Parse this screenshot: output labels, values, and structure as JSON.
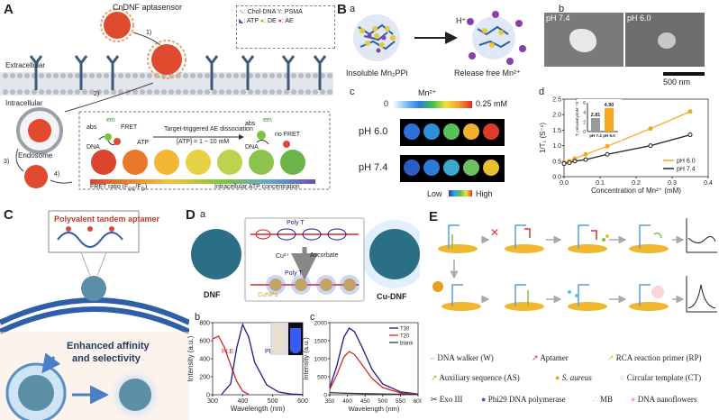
{
  "panelA": {
    "label": "A",
    "aptasensor": "CnDNF aptasensor",
    "legend": {
      "chol": ": Chol-DNA",
      "psma": ": PSMA",
      "atp": ": ATP",
      "de": ": DE",
      "ae": ": AE"
    },
    "extracellular": "Extracellular",
    "intracellular": "Intracellular",
    "endosome": "Endosome",
    "steps": [
      "1)",
      "2)",
      "3)",
      "4)"
    ],
    "abs": "abs",
    "em": "em",
    "fret": "FRET",
    "dna": "DNA",
    "atp": "ATP",
    "arrow_title": "Target-triggered AE dissociation",
    "arrow_sub": "[ATP] = 1 ~ 10 mM",
    "no_fret": "no FRET",
    "fret_ratio": "FRET ratio (F",
    "fret_ratio_sub1": "DE",
    "fret_ratio_mid": "/F",
    "fret_ratio_sub2": "D",
    "fret_ratio_end": ")",
    "intracellular_atp": "Intracellular ATP concentration",
    "colors": {
      "ae": "#e04a2e",
      "de": "#7fc241",
      "membrane": "#b8bcc2",
      "receptor": "#3e5a7a"
    }
  },
  "panelB": {
    "label": "B",
    "a": {
      "tag": "a",
      "left": "Insoluble Mn₂PPi",
      "right": "Release free Mn²⁺",
      "arrow": "H⁺"
    },
    "b": {
      "tag": "b",
      "ph74": "pH 7.4",
      "ph60": "pH 6.0",
      "scalebar": "500 nm"
    },
    "c": {
      "tag": "c",
      "title": "Mn²⁺",
      "min": "0",
      "max": "0.25 mM",
      "rows": [
        "pH 6.0",
        "pH 7.4"
      ],
      "low": "Low",
      "high": "High"
    },
    "d": {
      "tag": "d"
    }
  },
  "panelC": {
    "label": "C",
    "aptamer": "Polyvalent tandem aptamer",
    "enhanced": "Enhanced affinity",
    "selectivity": "and selectivity"
  },
  "panelD": {
    "label": "D",
    "a": {
      "tag": "a",
      "polyT_top": "Poly T",
      "polyT_bottom": "Poly T",
      "cu": "Cu²⁺",
      "ascorbate": "Ascorbate",
      "cunps": "CuNPs",
      "dnf": "DNF",
      "cudnf": "Cu-DNF"
    },
    "b": {
      "tag": "b"
    },
    "c": {
      "tag": "c"
    }
  },
  "panelE": {
    "label": "E",
    "legend": [
      {
        "icon": "walker",
        "text": "DNA walker (W)"
      },
      {
        "icon": "aptamer",
        "text": "Aptamer"
      },
      {
        "icon": "primer",
        "text": "RCA reaction primer (RP)"
      },
      {
        "icon": "aux",
        "text": "Auxiliary sequence (AS)"
      },
      {
        "icon": "saureus",
        "text": "S. aureus"
      },
      {
        "icon": "template",
        "text": "Circular template (CT)"
      },
      {
        "icon": "exo",
        "text": "Exo III"
      },
      {
        "icon": "phi29",
        "text": "Phi29 DNA polymerase"
      },
      {
        "icon": "mb",
        "text": "MB"
      },
      {
        "icon": "flowers",
        "text": "DNA nanoflowers"
      }
    ]
  },
  "chart_data": [
    {
      "id": "Bd",
      "type": "line",
      "xlabel": "Concentration of Mn²⁺ (mM)",
      "ylabel": "1/T₁ (S⁻¹)",
      "xlim": [
        0,
        0.4
      ],
      "ylim": [
        0,
        2.5
      ],
      "xticks": [
        "0.0",
        "0.1",
        "0.2",
        "0.3",
        "0.4"
      ],
      "yticks": [
        "0.0",
        "0.5",
        "1.0",
        "1.5",
        "2.0",
        "2.5"
      ],
      "series": [
        {
          "name": "pH 6.0",
          "color": "#f5a623",
          "x": [
            0,
            0.015,
            0.03,
            0.06,
            0.12,
            0.24,
            0.35
          ],
          "y": [
            0.45,
            0.5,
            0.58,
            0.72,
            0.98,
            1.55,
            2.1
          ]
        },
        {
          "name": "pH 7.4",
          "color": "#222222",
          "x": [
            0,
            0.015,
            0.03,
            0.06,
            0.12,
            0.24,
            0.35
          ],
          "y": [
            0.42,
            0.45,
            0.5,
            0.55,
            0.72,
            1.0,
            1.35
          ]
        }
      ],
      "legend_position": "bottom-right",
      "inset": {
        "type": "bar",
        "ylabel": "T₁ relaxivity/mM⁻¹S⁻¹",
        "categories": [
          "pH 7.4",
          "pH 6.0"
        ],
        "values": [
          2.81,
          4.9
        ],
        "value_labels": [
          "2.81",
          "4.90"
        ],
        "colors": [
          "#9a9a9a",
          "#f5a623"
        ],
        "ylim": [
          0,
          6
        ],
        "yticks": [
          "0",
          "2",
          "4",
          "6"
        ]
      }
    },
    {
      "id": "Db",
      "type": "line",
      "xlabel": "Wavelength (nm)",
      "ylabel": "Intensity (a.u.)",
      "xlim": [
        300,
        600
      ],
      "ylim": [
        0,
        800
      ],
      "xticks": [
        "300",
        "400",
        "500",
        "600"
      ],
      "yticks": [
        "0",
        "200",
        "400",
        "600",
        "800"
      ],
      "series": [
        {
          "name": "PLE",
          "color": "#d12a2a",
          "x": [
            300,
            320,
            340,
            360,
            380,
            400,
            420
          ],
          "y": [
            620,
            650,
            520,
            330,
            150,
            40,
            5
          ]
        },
        {
          "name": "PL",
          "color": "#1a1a8c",
          "x": [
            330,
            360,
            380,
            400,
            420,
            440,
            480,
            520,
            560,
            600
          ],
          "y": [
            5,
            120,
            520,
            780,
            640,
            360,
            110,
            30,
            8,
            2
          ]
        }
      ]
    },
    {
      "id": "Dc",
      "type": "line",
      "xlabel": "Wavelength (nm)",
      "ylabel": "Intensity (a.u.)",
      "xlim": [
        350,
        600
      ],
      "ylim": [
        0,
        2000
      ],
      "xticks": [
        "350",
        "400",
        "450",
        "500",
        "550",
        "600"
      ],
      "yticks": [
        "0",
        "500",
        "1000",
        "1500",
        "2000"
      ],
      "series": [
        {
          "name": "T30",
          "color": "#1a1a8c",
          "x": [
            350,
            370,
            390,
            405,
            420,
            440,
            470,
            500,
            550,
            600
          ],
          "y": [
            200,
            800,
            1600,
            1850,
            1750,
            1350,
            700,
            300,
            80,
            20
          ]
        },
        {
          "name": "T20",
          "color": "#d12a2a",
          "x": [
            350,
            370,
            390,
            405,
            420,
            440,
            470,
            500,
            550,
            600
          ],
          "y": [
            150,
            550,
            1050,
            1200,
            1120,
            850,
            450,
            200,
            50,
            15
          ]
        },
        {
          "name": "blank",
          "color": "#333333",
          "x": [
            350,
            400,
            450,
            500,
            550,
            600
          ],
          "y": [
            60,
            40,
            30,
            20,
            15,
            10
          ]
        }
      ]
    }
  ]
}
